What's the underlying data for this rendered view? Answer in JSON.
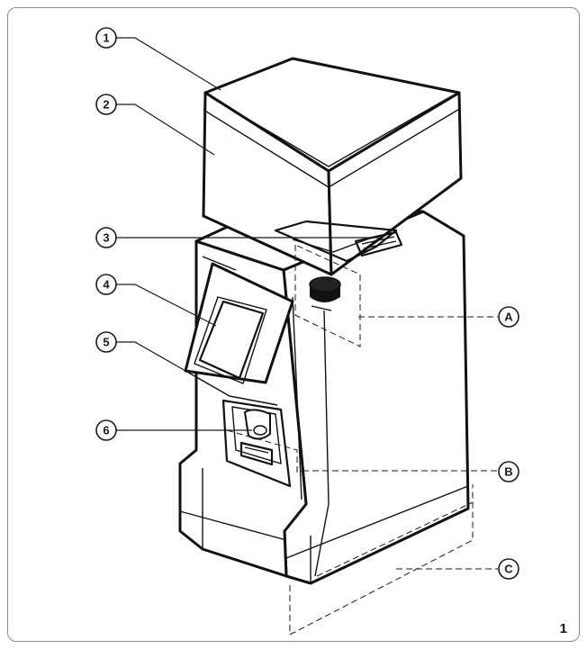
{
  "figure": {
    "number": "1"
  },
  "callouts": [
    {
      "id": "1"
    },
    {
      "id": "2"
    },
    {
      "id": "3"
    },
    {
      "id": "4"
    },
    {
      "id": "5"
    },
    {
      "id": "6"
    },
    {
      "id": "A"
    },
    {
      "id": "B"
    },
    {
      "id": "C"
    }
  ],
  "colors": {
    "line": "#111111",
    "frame": "#8c8c8c",
    "background": "#ffffff"
  }
}
